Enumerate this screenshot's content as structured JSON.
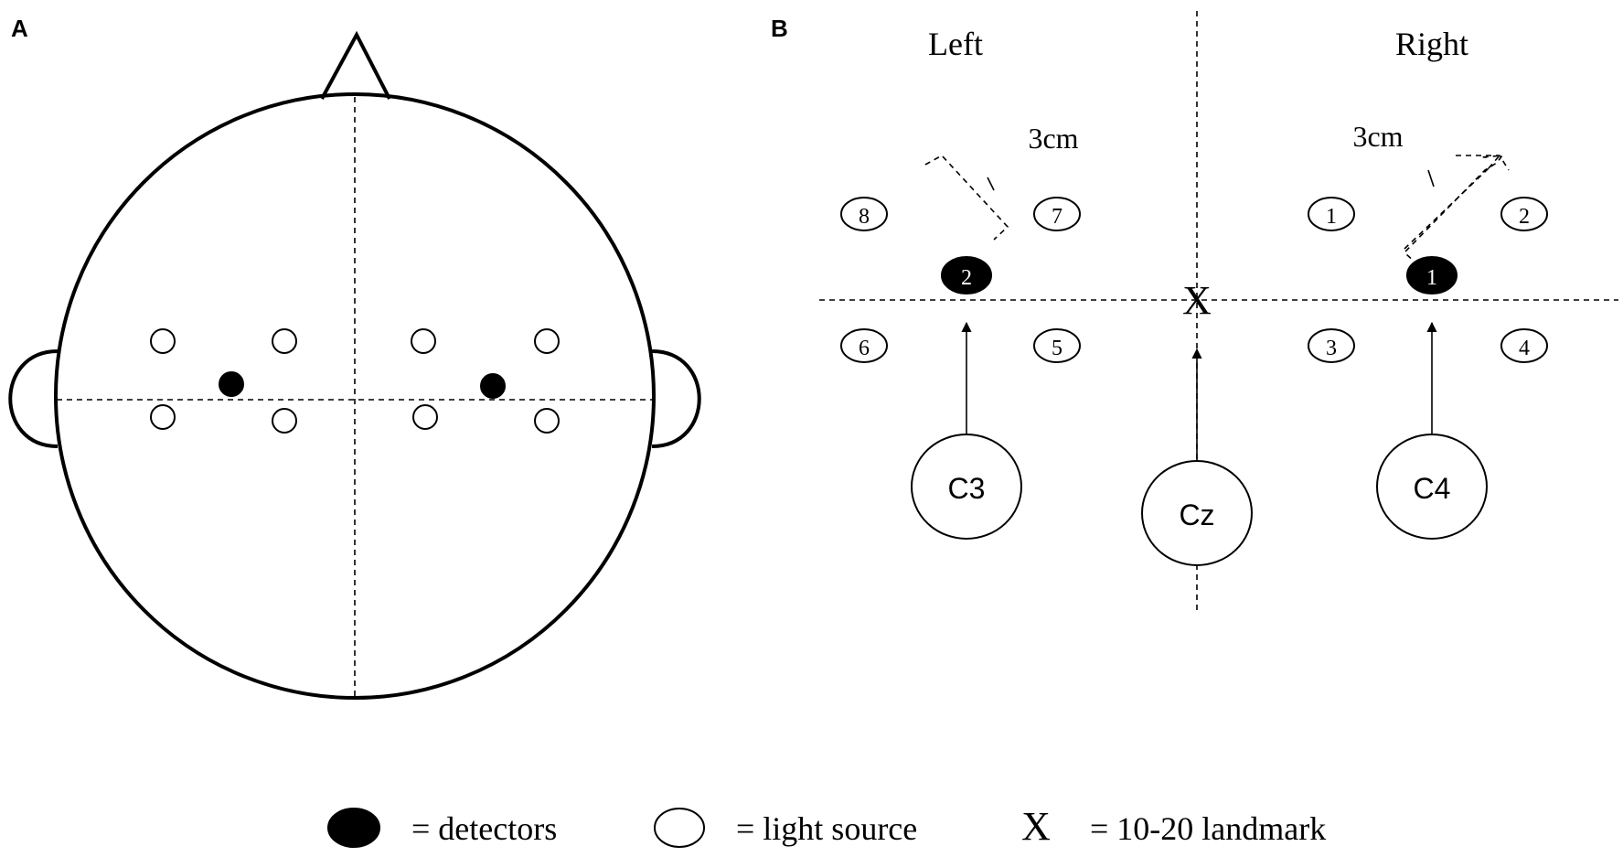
{
  "panels": {
    "a_label": "A",
    "b_label": "B"
  },
  "panel_b": {
    "side_left": "Left",
    "side_right": "Right",
    "distance_left": "3cm",
    "distance_right": "3cm",
    "landmark_mark": "X",
    "sources": [
      "8",
      "7",
      "6",
      "5",
      "1",
      "2",
      "3",
      "4"
    ],
    "detectors": [
      "2",
      "1"
    ],
    "electrodes": [
      "C3",
      "Cz",
      "C4"
    ]
  },
  "legend": {
    "detector_text": "= detectors",
    "source_text": "= light source",
    "landmark_symbol": "X",
    "landmark_text": "= 10-20 landmark"
  },
  "colors": {
    "stroke": "#000000",
    "detector_fill": "#000000",
    "source_fill": "#ffffff",
    "background": "#ffffff"
  }
}
